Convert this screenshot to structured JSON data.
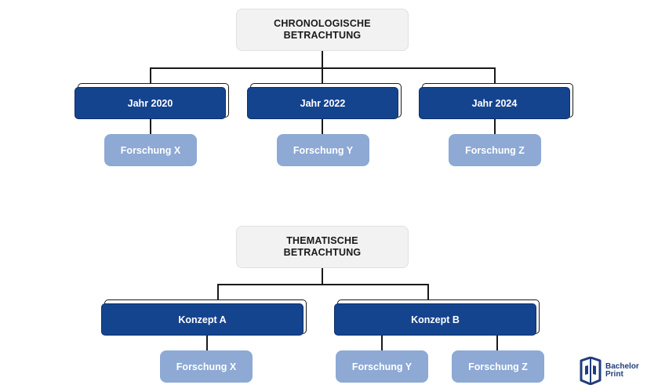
{
  "chronological": {
    "root": {
      "line1": "CHRONOLOGISCHE",
      "line2": "BETRACHTUNG"
    },
    "level1": [
      {
        "label": "Jahr 2020",
        "child": "Forschung X"
      },
      {
        "label": "Jahr 2022",
        "child": "Forschung Y"
      },
      {
        "label": "Jahr 2024",
        "child": "Forschung Z"
      }
    ]
  },
  "thematic": {
    "root": {
      "line1": "THEMATISCHE",
      "line2": "BETRACHTUNG"
    },
    "level1": [
      {
        "label": "Konzept A",
        "children": [
          "Forschung X"
        ]
      },
      {
        "label": "Konzept B",
        "children": [
          "Forschung Y",
          "Forschung Z"
        ]
      }
    ]
  },
  "logo": {
    "line1": "Bachelor",
    "line2": "Print"
  },
  "colors": {
    "dark_box": "#15448f",
    "light_box": "#8da9d4",
    "root_box": "#f2f2f2",
    "connector": "#1a1a1a"
  }
}
